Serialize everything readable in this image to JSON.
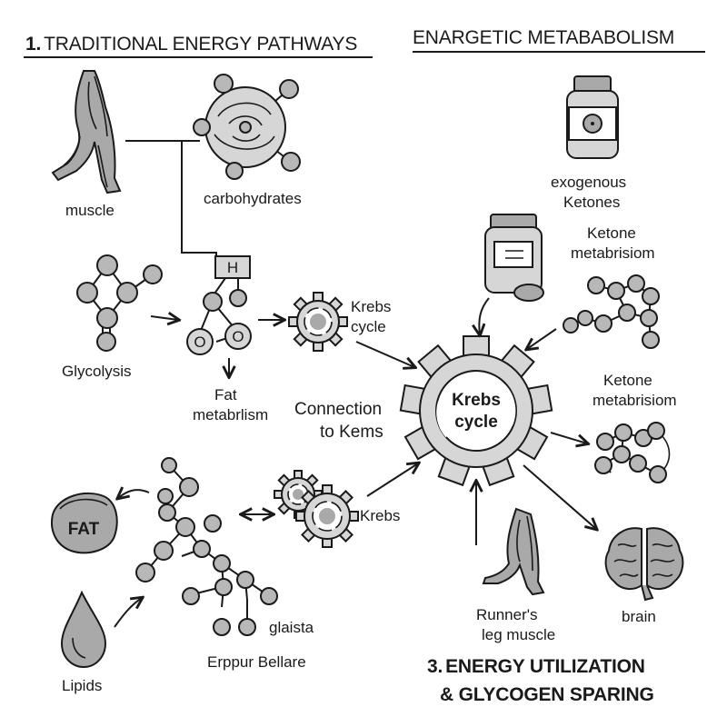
{
  "sections": {
    "traditional": {
      "number": "1.",
      "title": "TRADITIONAL ENERGY PATHWAYS"
    },
    "energetic": {
      "title": "ENARGETIC METABABOLISM"
    },
    "utilization": {
      "number": "3.",
      "line1": "ENERGY UTILIZATION",
      "line2": "& GLYCOGEN SPARING"
    }
  },
  "labels": {
    "muscle": "muscle",
    "carbohydrates": "carbohydrates",
    "h_box": "H",
    "o_left": "O",
    "o_right": "O",
    "glycolysis": "Glycolysis",
    "fat_metab_1": "Fat",
    "fat_metab_2": "metabrlism",
    "krebs_small_1": "Krebs",
    "krebs_small_2": "cycle",
    "connection_1": "Connection",
    "connection_2": "to Kems",
    "krebs_center_1": "Krebs",
    "krebs_center_2": "cycle",
    "exogenous_1": "exogenous",
    "exogenous_2": "Ketones",
    "ketone_a_1": "Ketone",
    "ketone_a_2": "metabrisiom",
    "ketone_b_1": "Ketone",
    "ketone_b_2": "metabrisiom",
    "fat": "FAT",
    "krebs_lower": "Krebs",
    "lipids": "Lipids",
    "glaista": "glaista",
    "erppur": "Erppur Bellare",
    "runner_1": "Runner's",
    "runner_2": "leg muscle",
    "brain": "brain"
  },
  "icons": [
    "leg-muscle-icon",
    "carbohydrate-molecule-icon",
    "glucose-molecule-icon",
    "gear-icon",
    "supplement-bottle-icon",
    "ketone-molecule-icon",
    "fat-tissue-icon",
    "lipid-drop-icon",
    "runner-leg-icon",
    "brain-icon"
  ],
  "colors": {
    "ink": "#1a1a1a",
    "fill": "#b8b8b8",
    "dark_fill": "#a9a9a9",
    "light_fill": "#d6d6d6"
  }
}
